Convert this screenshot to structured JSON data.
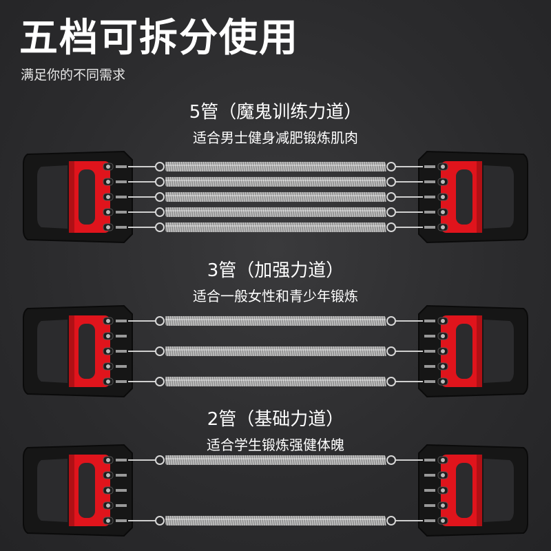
{
  "header": {
    "title": "五档可拆分使用",
    "subtitle": "满足你的不同需求"
  },
  "sections": [
    {
      "title": "5管（魔鬼训练力道）",
      "description": "适合男士健身减肥锻炼肌肉",
      "spring_count": 5
    },
    {
      "title": "3管（加强力道）",
      "description": "适合一般女性和青少年锻炼",
      "spring_count": 3
    },
    {
      "title": "2管（基础力道）",
      "description": "适合学生锻炼强健体魄",
      "spring_count": 2
    }
  ],
  "colors": {
    "background": "#2d2d2f",
    "handle_red": "#e0141c",
    "handle_black": "#161616",
    "spring_silver": "#c9c9c9",
    "text": "#ffffff"
  }
}
